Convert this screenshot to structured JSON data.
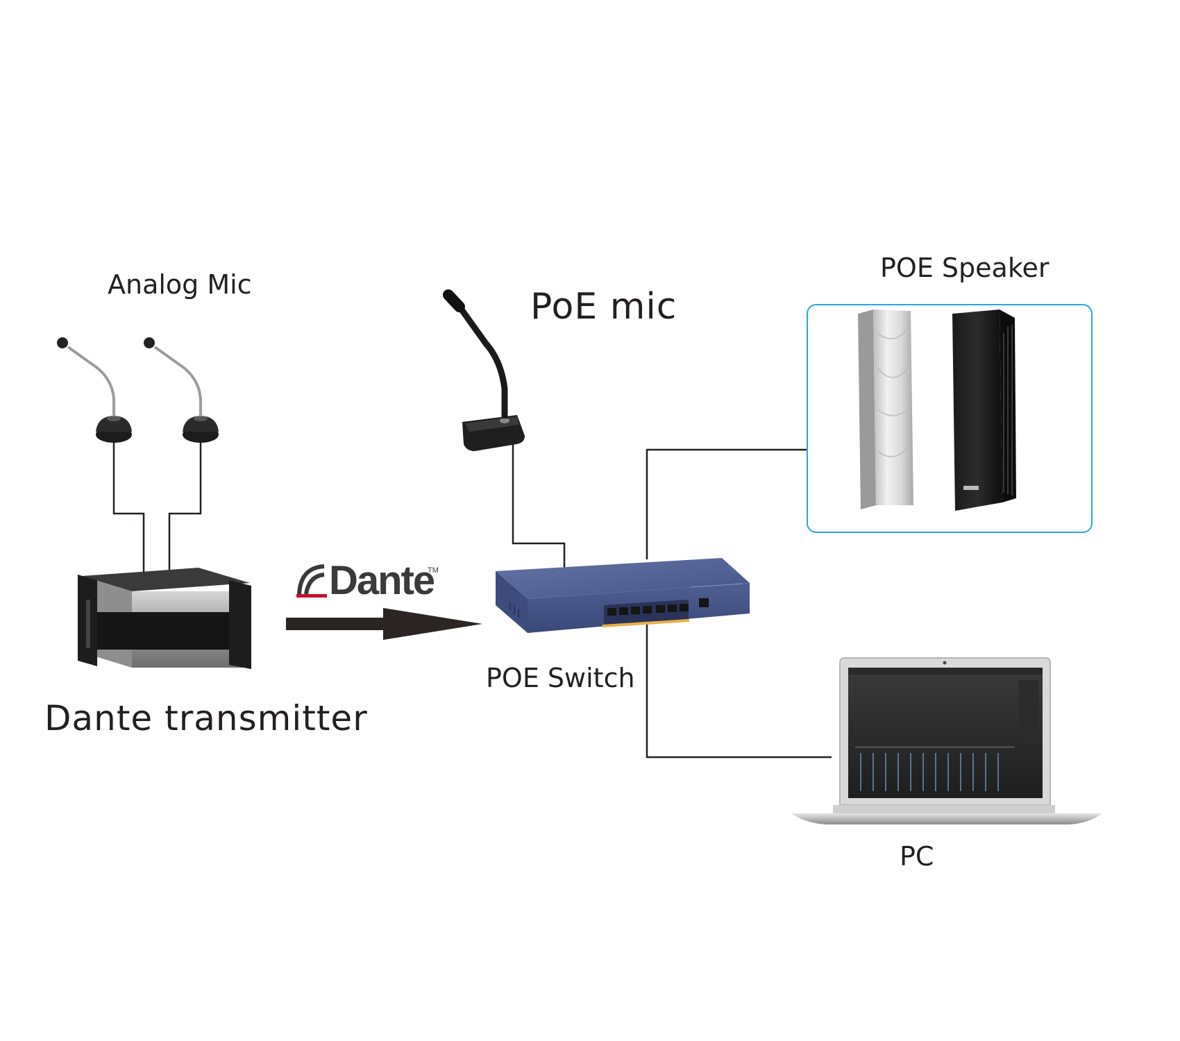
{
  "labels": {
    "analog_mic": "Analog Mic",
    "poe_mic": "PoE mic",
    "poe_speaker": "POE Speaker",
    "dante_transmitter": "Dante transmitter",
    "poe_switch": "POE Switch",
    "pc": "PC"
  },
  "dante_logo": {
    "word": "Dante",
    "trademark": "TM"
  },
  "colors": {
    "text": "#231f20",
    "wire": "#231f20",
    "speaker_frame": "#2aa6dc",
    "switch_body": "#4a5a8a",
    "port_accent": "#e8b04a",
    "logo_red": "#c8102e"
  },
  "connections": [
    "analog-mic-1 -> dante-transmitter",
    "analog-mic-2 -> dante-transmitter",
    "dante-transmitter -> poe-switch",
    "poe-mic -> poe-switch",
    "poe-switch -> poe-speakers",
    "poe-switch -> pc"
  ]
}
